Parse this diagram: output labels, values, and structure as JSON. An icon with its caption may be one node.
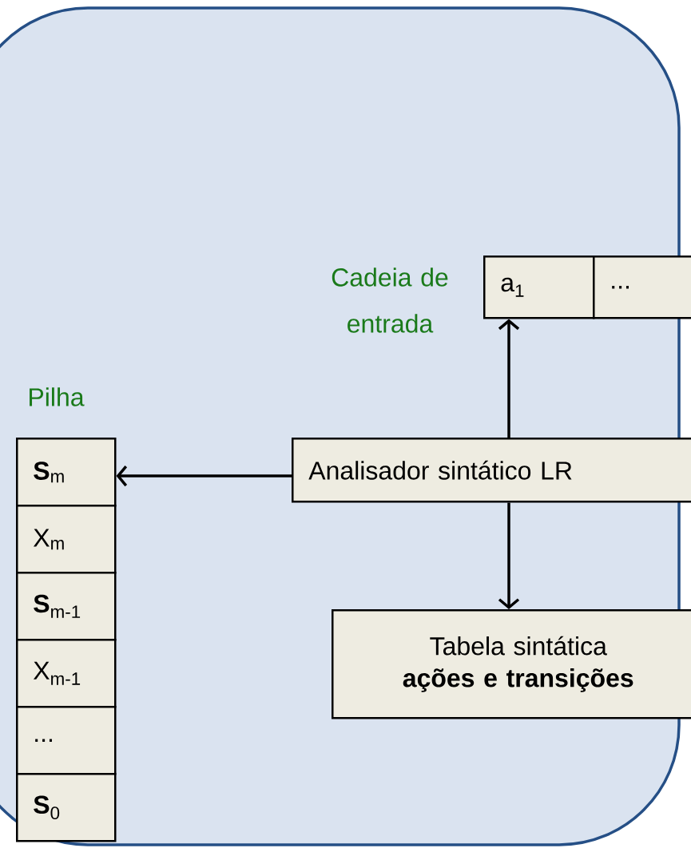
{
  "diagram": {
    "nodes": [
      {
        "text": [
          "a$_{1}$"
        ]
      },
      {
        "text": [
          "..."
        ]
      },
      {
        "text": [
          "Analisador sintático LR"
        ]
      },
      {
        "text": [
          "**S**$_{m}$"
        ]
      },
      {
        "text": [
          "X$_{m}$"
        ]
      },
      {
        "text": [
          "**S**$_{m-1}$"
        ]
      },
      {
        "text": [
          "X$_{m-1}$"
        ]
      },
      {
        "text": [
          "..."
        ]
      },
      {
        "text": [
          "**S**$_{0}$"
        ]
      },
      {
        "text": [
          "Tabela sintática",
          "ações e transições"
        ]
      }
    ],
    "edges": [
      {
        "from": 2,
        "to": 0,
        "arrow": "to"
      },
      {
        "from": 2,
        "to": 3,
        "arrow": "to"
      },
      {
        "from": 2,
        "to": 9,
        "arrow": "to"
      }
    ],
    "labels": [
      "Cadeia de entrada",
      "Pilha"
    ]
  }
}
